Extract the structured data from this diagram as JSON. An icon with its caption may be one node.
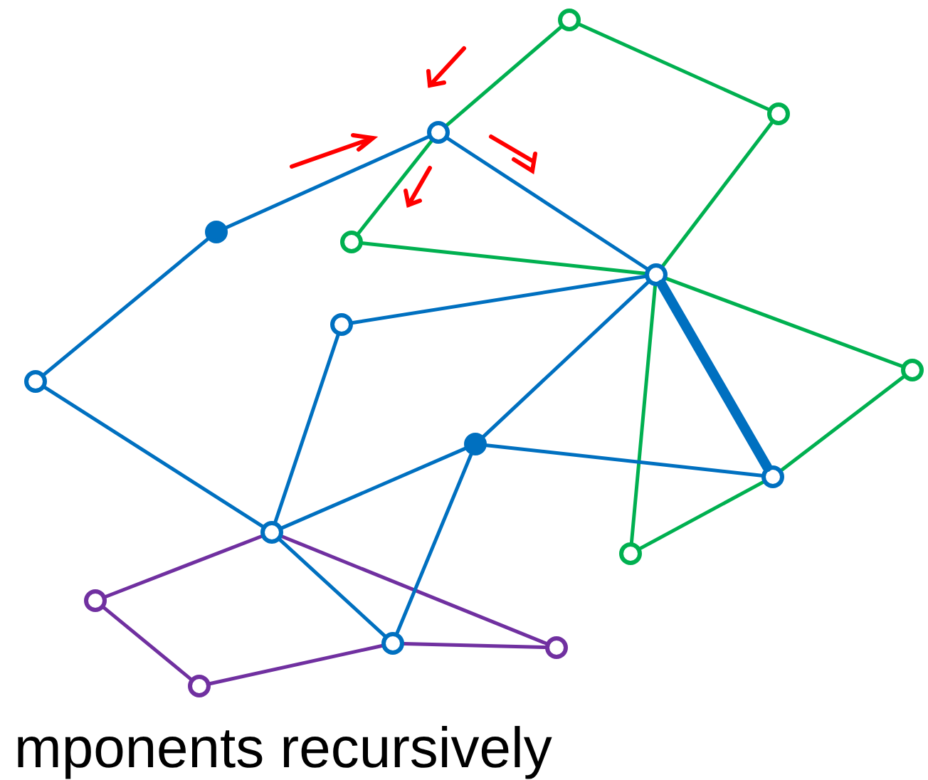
{
  "diagram": {
    "nodes": [
      {
        "text": [],
        "shape": "circle"
      },
      {
        "text": [],
        "shape": "circle"
      },
      {
        "text": [],
        "shape": "circle"
      },
      {
        "text": [],
        "shape": "circle"
      },
      {
        "text": [],
        "shape": "dot"
      },
      {
        "text": [],
        "shape": "circle"
      },
      {
        "text": [],
        "shape": "circle"
      },
      {
        "text": [],
        "shape": "circle"
      },
      {
        "text": [],
        "shape": "circle"
      },
      {
        "text": [],
        "shape": "dot"
      },
      {
        "text": [],
        "shape": "circle"
      },
      {
        "text": [],
        "shape": "circle"
      },
      {
        "text": [],
        "shape": "circle"
      },
      {
        "text": [],
        "shape": "circle"
      },
      {
        "text": [],
        "shape": "circle"
      },
      {
        "text": [],
        "shape": "circle"
      },
      {
        "text": [],
        "shape": "circle"
      }
    ],
    "edges": [
      {
        "from": 0,
        "to": 1,
        "arrow": "none",
        "color": "#00b050"
      },
      {
        "from": 0,
        "to": 2,
        "arrow": "none",
        "color": "#00b050"
      },
      {
        "from": 2,
        "to": 3,
        "arrow": "none",
        "color": "#00b050"
      },
      {
        "from": 2,
        "to": 4,
        "arrow": "none"
      },
      {
        "from": 2,
        "to": 5,
        "arrow": "none"
      },
      {
        "from": 3,
        "to": 5,
        "arrow": "none",
        "color": "#00b050"
      },
      {
        "from": 1,
        "to": 5,
        "arrow": "none",
        "color": "#00b050"
      },
      {
        "from": 4,
        "to": 6,
        "arrow": "none"
      },
      {
        "from": 7,
        "to": 5,
        "arrow": "none"
      },
      {
        "from": 5,
        "to": 8,
        "arrow": "none",
        "color": "#00b050"
      },
      {
        "from": 5,
        "to": 9,
        "arrow": "none"
      },
      {
        "from": 5,
        "to": 10,
        "arrow": "none",
        "style": "thick"
      },
      {
        "from": 5,
        "to": 12,
        "arrow": "none",
        "color": "#00b050"
      },
      {
        "from": 8,
        "to": 10,
        "arrow": "none",
        "color": "#00b050"
      },
      {
        "from": 6,
        "to": 11,
        "arrow": "none"
      },
      {
        "from": 7,
        "to": 11,
        "arrow": "none"
      },
      {
        "from": 9,
        "to": 10,
        "arrow": "none"
      },
      {
        "from": 11,
        "to": 9,
        "arrow": "none"
      },
      {
        "from": 12,
        "to": 10,
        "arrow": "none",
        "color": "#00b050"
      },
      {
        "from": 11,
        "to": 13,
        "arrow": "none",
        "color": "#7030a0"
      },
      {
        "from": 11,
        "to": 14,
        "arrow": "none"
      },
      {
        "from": 11,
        "to": 15,
        "arrow": "none",
        "color": "#7030a0"
      },
      {
        "from": 14,
        "to": 9,
        "arrow": "none"
      },
      {
        "from": 13,
        "to": 16,
        "arrow": "none",
        "color": "#7030a0"
      },
      {
        "from": 14,
        "to": 15,
        "arrow": "none",
        "color": "#7030a0"
      },
      {
        "from": 16,
        "to": 14,
        "arrow": "none",
        "color": "#7030a0"
      }
    ],
    "labels": [
      "mponents recursively"
    ]
  }
}
